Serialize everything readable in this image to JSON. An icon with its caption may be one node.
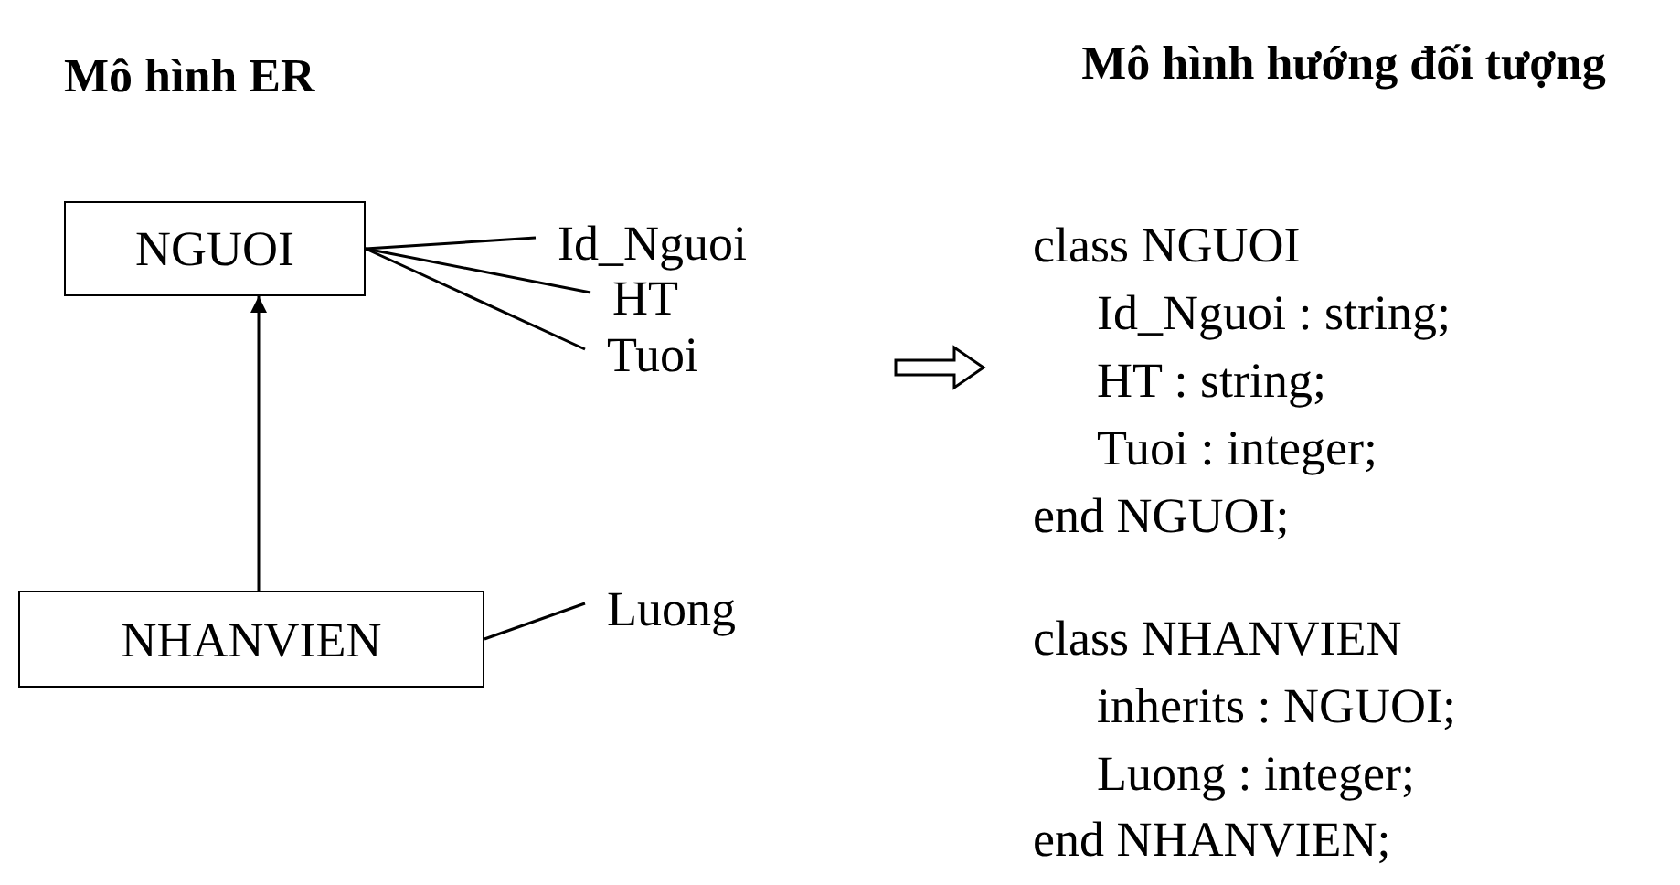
{
  "diagram": {
    "nodes": [
      {
        "text": [
          "NGUOI"
        ]
      },
      {
        "text": [
          "Id_Nguoi"
        ]
      },
      {
        "text": [
          "HT"
        ]
      },
      {
        "text": [
          "Tuoi"
        ]
      },
      {
        "text": [
          "NHANVIEN"
        ]
      },
      {
        "text": [
          "Luong"
        ]
      }
    ],
    "edges": [
      {
        "from": 0,
        "to": 1,
        "arrow": "none"
      },
      {
        "from": 0,
        "to": 2,
        "arrow": "none"
      },
      {
        "from": 0,
        "to": 3,
        "arrow": "none"
      },
      {
        "from": 4,
        "to": 0,
        "arrow": "to"
      },
      {
        "from": 4,
        "to": 5,
        "arrow": "none"
      }
    ],
    "labels": [
      "Mô hình ER",
      "Mô hình hướng đối tượng",
      "class NGUOI",
      "Id_Nguoi : string;",
      "HT : string;",
      "Tuoi : integer;",
      "end NGUOI;",
      "class NHANVIEN",
      "inherits : NGUOI;",
      "Luong : integer;",
      "end NHANVIEN;"
    ]
  }
}
